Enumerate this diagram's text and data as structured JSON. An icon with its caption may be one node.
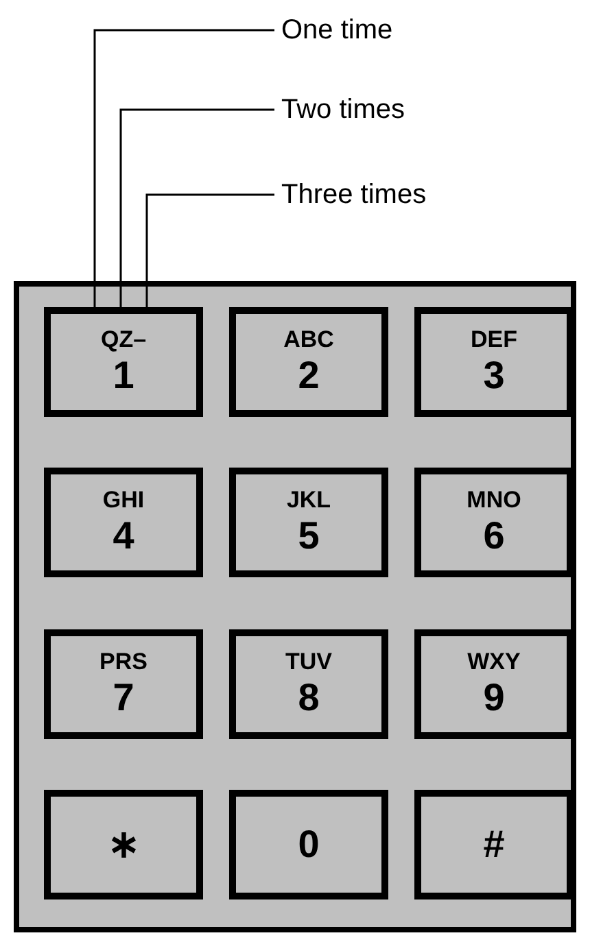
{
  "diagram": {
    "nodes": [
      {
        "text": [
          "One time"
        ]
      },
      {
        "text": [
          "Two times"
        ]
      },
      {
        "text": [
          "Three times"
        ]
      },
      {
        "text": [],
        "shape": "box"
      },
      {
        "text": [
          "QZ–",
          "1"
        ],
        "in": 3
      },
      {
        "text": [
          "ABC",
          "2"
        ],
        "in": 3
      },
      {
        "text": [
          "DEF",
          "3"
        ],
        "in": 3
      },
      {
        "text": [
          "GHI",
          "4"
        ],
        "in": 3
      },
      {
        "text": [
          "JKL",
          "5"
        ],
        "in": 3
      },
      {
        "text": [
          "MNO",
          "6"
        ],
        "in": 3
      },
      {
        "text": [
          "PRS",
          "7"
        ],
        "in": 3
      },
      {
        "text": [
          "TUV",
          "8"
        ],
        "in": 3
      },
      {
        "text": [
          "WXY",
          "9"
        ],
        "in": 3
      },
      {
        "text": [
          "∗"
        ],
        "in": 3
      },
      {
        "text": [
          "0"
        ],
        "in": 3
      },
      {
        "text": [
          "#"
        ],
        "in": 3
      }
    ],
    "edges": [
      {
        "from": 0,
        "to": 4,
        "arrow": "none"
      },
      {
        "from": 1,
        "to": 4,
        "arrow": "none"
      },
      {
        "from": 2,
        "to": 4,
        "arrow": "none"
      }
    ]
  }
}
